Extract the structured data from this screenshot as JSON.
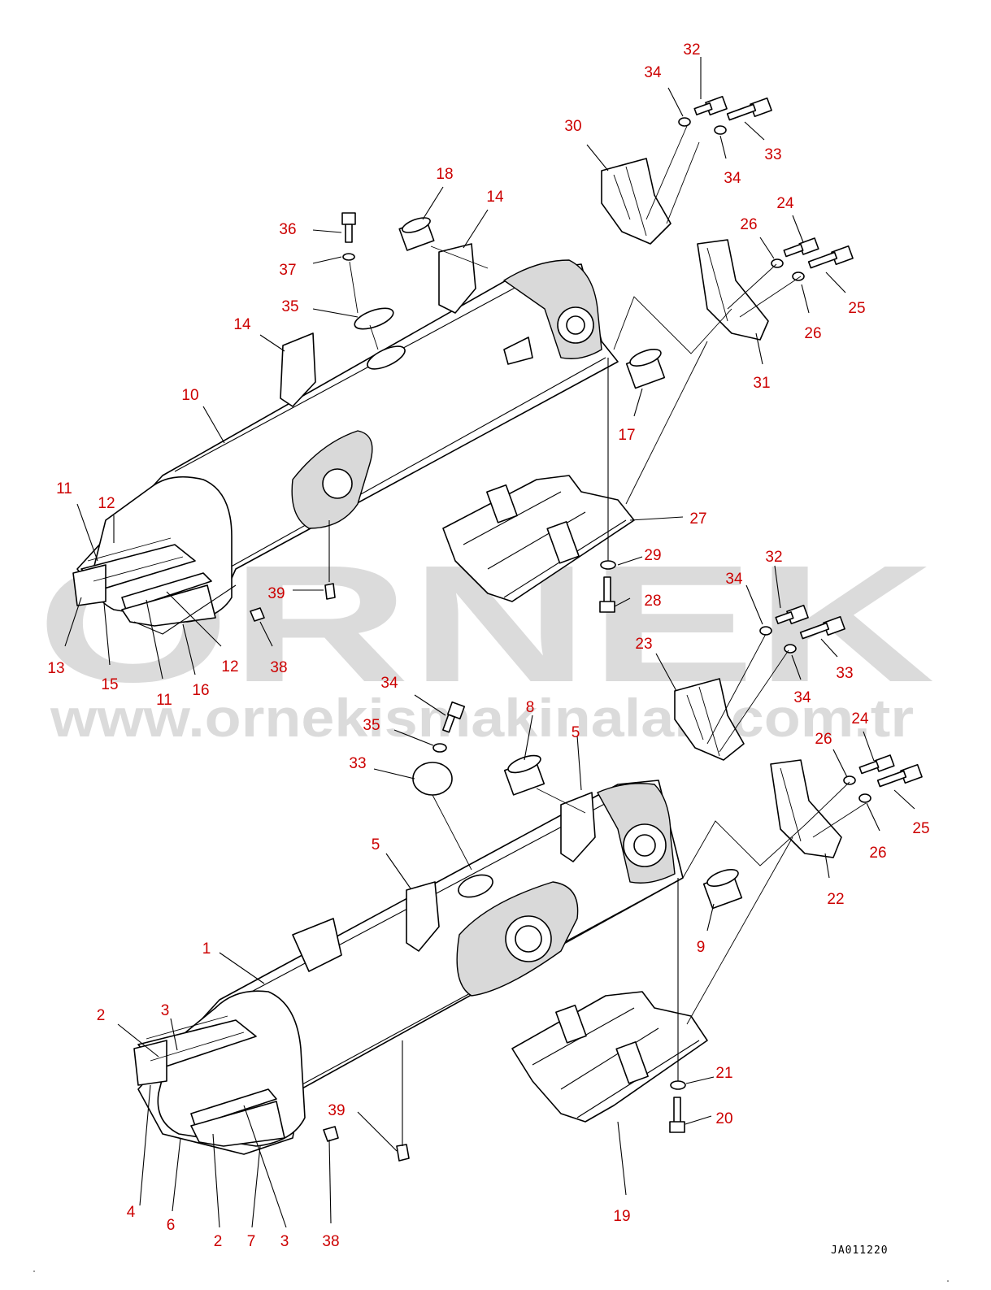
{
  "drawing_code": "JA011220",
  "watermark": {
    "brand": "ORNEK",
    "website": "www.ornekismakinalari.com.tr"
  },
  "colors": {
    "callout_text": "#cc0000",
    "linework": "#000000",
    "watermark": "#cfcfcf",
    "watermark_accent": "#e8c23a"
  },
  "callouts": [
    {
      "id": "c-32a",
      "text": "32"
    },
    {
      "id": "c-34a",
      "text": "34"
    },
    {
      "id": "c-30",
      "text": "30"
    },
    {
      "id": "c-33a",
      "text": "33"
    },
    {
      "id": "c-34b",
      "text": "34"
    },
    {
      "id": "c-18",
      "text": "18"
    },
    {
      "id": "c-14a",
      "text": "14"
    },
    {
      "id": "c-24a",
      "text": "24"
    },
    {
      "id": "c-26a",
      "text": "26"
    },
    {
      "id": "c-36",
      "text": "36"
    },
    {
      "id": "c-37",
      "text": "37"
    },
    {
      "id": "c-25a",
      "text": "25"
    },
    {
      "id": "c-35a",
      "text": "35"
    },
    {
      "id": "c-26b",
      "text": "26"
    },
    {
      "id": "c-14b",
      "text": "14"
    },
    {
      "id": "c-31",
      "text": "31"
    },
    {
      "id": "c-10",
      "text": "10"
    },
    {
      "id": "c-17",
      "text": "17"
    },
    {
      "id": "c-11a",
      "text": "11"
    },
    {
      "id": "c-12a",
      "text": "12"
    },
    {
      "id": "c-27",
      "text": "27"
    },
    {
      "id": "c-29",
      "text": "29"
    },
    {
      "id": "c-39a",
      "text": "39"
    },
    {
      "id": "c-28",
      "text": "28"
    },
    {
      "id": "c-13",
      "text": "13"
    },
    {
      "id": "c-15",
      "text": "15"
    },
    {
      "id": "c-12b",
      "text": "12"
    },
    {
      "id": "c-38a",
      "text": "38"
    },
    {
      "id": "c-11b",
      "text": "11"
    },
    {
      "id": "c-16",
      "text": "16"
    },
    {
      "id": "c-32b",
      "text": "32"
    },
    {
      "id": "c-34c",
      "text": "34"
    },
    {
      "id": "c-23",
      "text": "23"
    },
    {
      "id": "c-33b",
      "text": "33"
    },
    {
      "id": "c-34d",
      "text": "34"
    },
    {
      "id": "c-34e",
      "text": "34"
    },
    {
      "id": "c-8",
      "text": "8"
    },
    {
      "id": "c-5a",
      "text": "5"
    },
    {
      "id": "c-35b",
      "text": "35"
    },
    {
      "id": "c-24b",
      "text": "24"
    },
    {
      "id": "c-26c",
      "text": "26"
    },
    {
      "id": "c-33c",
      "text": "33"
    },
    {
      "id": "c-25b",
      "text": "25"
    },
    {
      "id": "c-26d",
      "text": "26"
    },
    {
      "id": "c-5b",
      "text": "5"
    },
    {
      "id": "c-22",
      "text": "22"
    },
    {
      "id": "c-1",
      "text": "1"
    },
    {
      "id": "c-9",
      "text": "9"
    },
    {
      "id": "c-2a",
      "text": "2"
    },
    {
      "id": "c-3a",
      "text": "3"
    },
    {
      "id": "c-21",
      "text": "21"
    },
    {
      "id": "c-39b",
      "text": "39"
    },
    {
      "id": "c-20",
      "text": "20"
    },
    {
      "id": "c-19",
      "text": "19"
    },
    {
      "id": "c-4",
      "text": "4"
    },
    {
      "id": "c-6",
      "text": "6"
    },
    {
      "id": "c-2b",
      "text": "2"
    },
    {
      "id": "c-7",
      "text": "7"
    },
    {
      "id": "c-3b",
      "text": "3"
    },
    {
      "id": "c-38b",
      "text": "38"
    }
  ]
}
